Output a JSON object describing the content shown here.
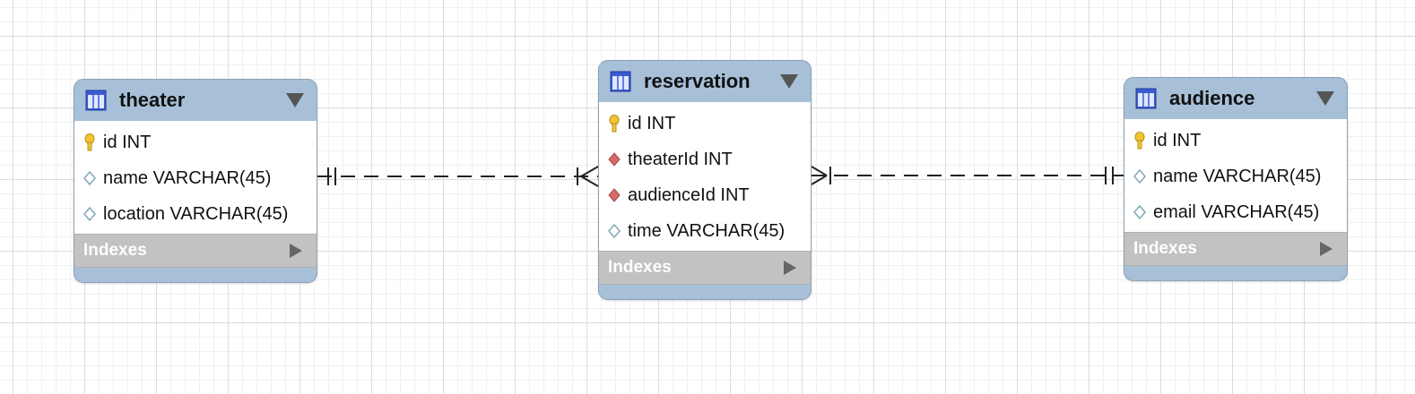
{
  "diagram": {
    "entities": [
      {
        "key": "theater",
        "title": "theater",
        "icon": "table-icon",
        "columns": [
          {
            "label": "id INT",
            "icon": "primary-key-icon"
          },
          {
            "label": "name VARCHAR(45)",
            "icon": "column-diamond-icon"
          },
          {
            "label": "location VARCHAR(45)",
            "icon": "column-diamond-icon"
          }
        ],
        "indexes_label": "Indexes"
      },
      {
        "key": "reservation",
        "title": "reservation",
        "icon": "table-icon",
        "columns": [
          {
            "label": "id INT",
            "icon": "primary-key-icon"
          },
          {
            "label": "theaterId INT",
            "icon": "foreign-key-diamond-icon"
          },
          {
            "label": "audienceId INT",
            "icon": "foreign-key-diamond-icon"
          },
          {
            "label": "time VARCHAR(45)",
            "icon": "column-diamond-icon"
          }
        ],
        "indexes_label": "Indexes"
      },
      {
        "key": "audience",
        "title": "audience",
        "icon": "table-icon",
        "columns": [
          {
            "label": "id INT",
            "icon": "primary-key-icon"
          },
          {
            "label": "name VARCHAR(45)",
            "icon": "column-diamond-icon"
          },
          {
            "label": "email VARCHAR(45)",
            "icon": "column-diamond-icon"
          }
        ],
        "indexes_label": "Indexes"
      }
    ],
    "relationships": [
      {
        "from": "theater",
        "to": "reservation",
        "from_cardinality": "one-and-only-one",
        "to_cardinality": "many",
        "style": "dashed"
      },
      {
        "from": "reservation",
        "to": "audience",
        "from_cardinality": "many",
        "to_cardinality": "one-and-only-one",
        "style": "dashed"
      }
    ],
    "colors": {
      "header": "#a7c0d8",
      "indexes_bar": "#c2c2c2",
      "primary_key": "#f2c530",
      "foreign_key": "#d46a6a",
      "column_outline": "#7fa7b8",
      "line": "#222222"
    }
  }
}
